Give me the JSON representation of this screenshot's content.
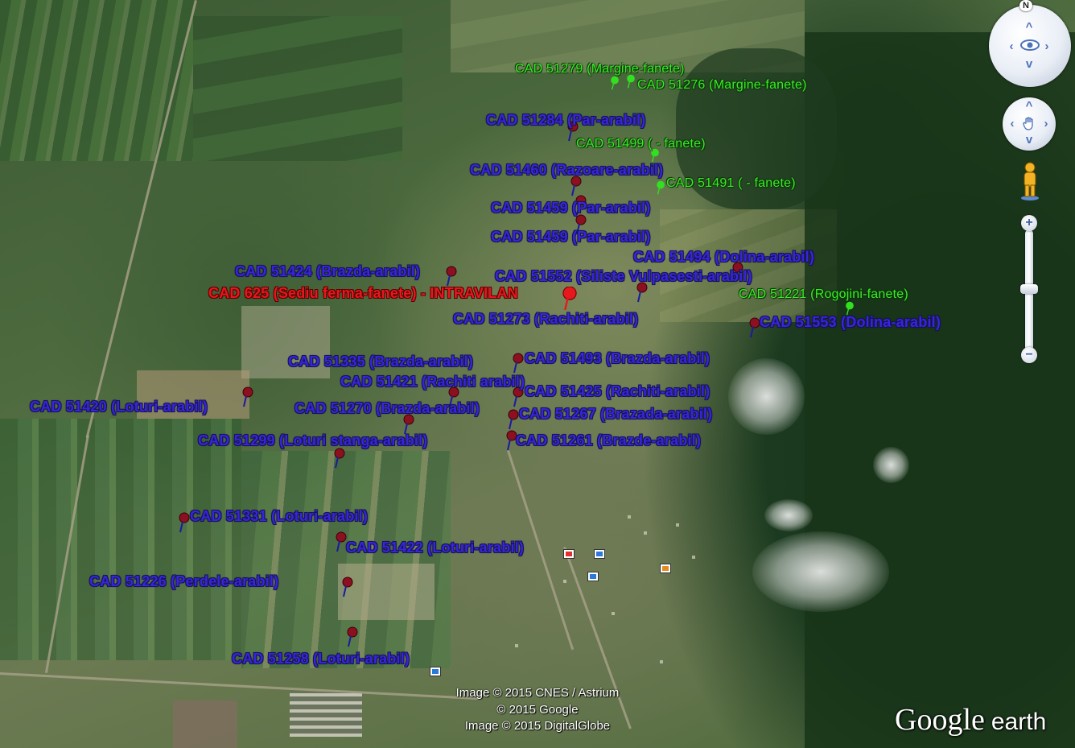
{
  "labels": {
    "cad_51279": "CAD 51279 (Margine-fanete)",
    "cad_51276": "CAD 51276 (Margine-fanete)",
    "cad_51284": "CAD 51284 (Par-arabil)",
    "cad_51499": "CAD 51499 ( - fanete)",
    "cad_51460": "CAD 51460 (Razoare-arabil)",
    "cad_51491": "CAD 51491 ( - fanete)",
    "cad_51459a": "CAD 51459 (Par-arabil)",
    "cad_51459b": "CAD 51459 (Par-arabil)",
    "cad_51424": "CAD 51424 (Brazda-arabil)",
    "cad_51494": "CAD 51494 (Dolina-arabil)",
    "cad_51552": "CAD 51552 (Siliste Vulpasesti-arabil)",
    "cad_625": "CAD 625 (Sediu ferma-fanete) - INTRAVILAN",
    "cad_51221": "CAD 51221 (Rogojini-fanete)",
    "cad_51273": "CAD 51273 (Rachiti-arabil)",
    "cad_51553": "CAD 51553 (Dolina-arabil)",
    "cad_51335": "CAD 51335 (Brazda-arabil)",
    "cad_51493": "CAD 51493 (Brazda-arabil)",
    "cad_51421": "CAD 51421 (Rachiti arabil)",
    "cad_51425": "CAD 51425 (Rachiti-arabil)",
    "cad_51420": "CAD 51420 (Loturi-arabil)",
    "cad_51270": "CAD 51270 (Brazda-arabil)",
    "cad_51267": "CAD 51267 (Brazada-arabil)",
    "cad_51299": "CAD 51299 (Loturi stanga-arabil)",
    "cad_51261": "CAD 51261 (Brazde-arabil)",
    "cad_51331": "CAD 51331 (Loturi-arabil)",
    "cad_51422": "CAD 51422 (Loturi-arabil)",
    "cad_51226": "CAD 51226 (Perdele-arabil)",
    "cad_51258": "CAD 51258 (Loturi-arabil)"
  },
  "credits": {
    "line1": "Image © 2015 CNES / Astrium",
    "line2": "© 2015 Google",
    "line3": "Image © 2015 DigitalGlobe"
  },
  "logo": {
    "google": "Google",
    "earth": "earth"
  },
  "controls": {
    "north": "N",
    "zoom_in": "+",
    "zoom_out": "−"
  },
  "colors": {
    "arable_label": "#3a24d8",
    "hay_label": "#3bea27",
    "intravilan_label": "#e6171d",
    "pin": "#8b1020",
    "pin_green": "#33e021"
  }
}
